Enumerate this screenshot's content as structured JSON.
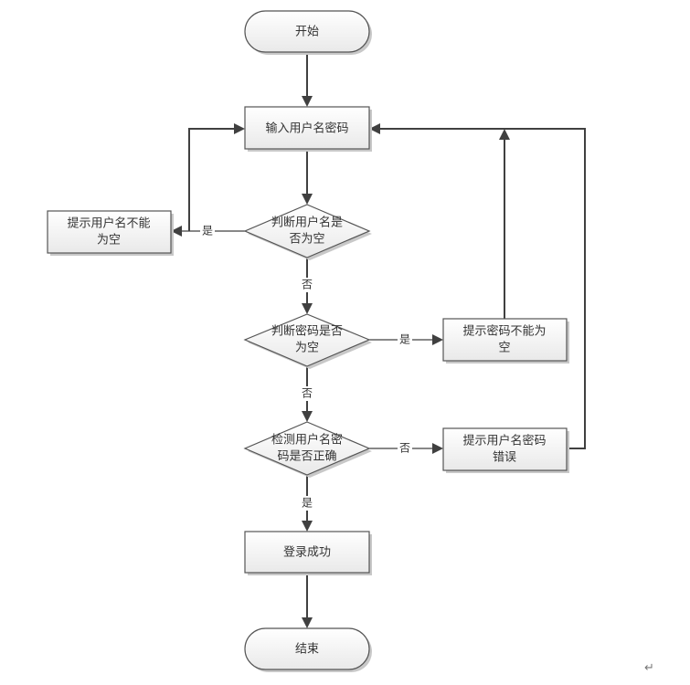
{
  "diagram": {
    "type": "flowchart",
    "nodes": {
      "start": "开始",
      "input": "输入用户名密码",
      "check_user_empty": [
        "判断用户名是",
        "否为空"
      ],
      "warn_user_empty": [
        "提示用户名不能",
        "为空"
      ],
      "check_pwd_empty": [
        "判断密码是否",
        "为空"
      ],
      "warn_pwd_empty": [
        "提示密码不能为",
        "空"
      ],
      "verify": [
        "检测用户名密",
        "码是否正确"
      ],
      "warn_wrong": [
        "提示用户名密码",
        "错误"
      ],
      "success": "登录成功",
      "end": "结束"
    },
    "edge_labels": {
      "user_empty_yes": "是",
      "user_empty_no": "否",
      "pwd_empty_yes": "是",
      "pwd_empty_no": "否",
      "verify_no": "否",
      "verify_yes": "是"
    },
    "edges": [
      {
        "from": "start",
        "to": "input"
      },
      {
        "from": "input",
        "to": "check_user_empty"
      },
      {
        "from": "check_user_empty",
        "to": "warn_user_empty",
        "label": "是"
      },
      {
        "from": "warn_user_empty",
        "to": "input"
      },
      {
        "from": "check_user_empty",
        "to": "check_pwd_empty",
        "label": "否"
      },
      {
        "from": "check_pwd_empty",
        "to": "warn_pwd_empty",
        "label": "是"
      },
      {
        "from": "warn_pwd_empty",
        "to": "input"
      },
      {
        "from": "check_pwd_empty",
        "to": "verify",
        "label": "否"
      },
      {
        "from": "verify",
        "to": "warn_wrong",
        "label": "否"
      },
      {
        "from": "warn_wrong",
        "to": "input"
      },
      {
        "from": "verify",
        "to": "success",
        "label": "是"
      },
      {
        "from": "success",
        "to": "end"
      }
    ],
    "paragraph_mark": "↵"
  }
}
